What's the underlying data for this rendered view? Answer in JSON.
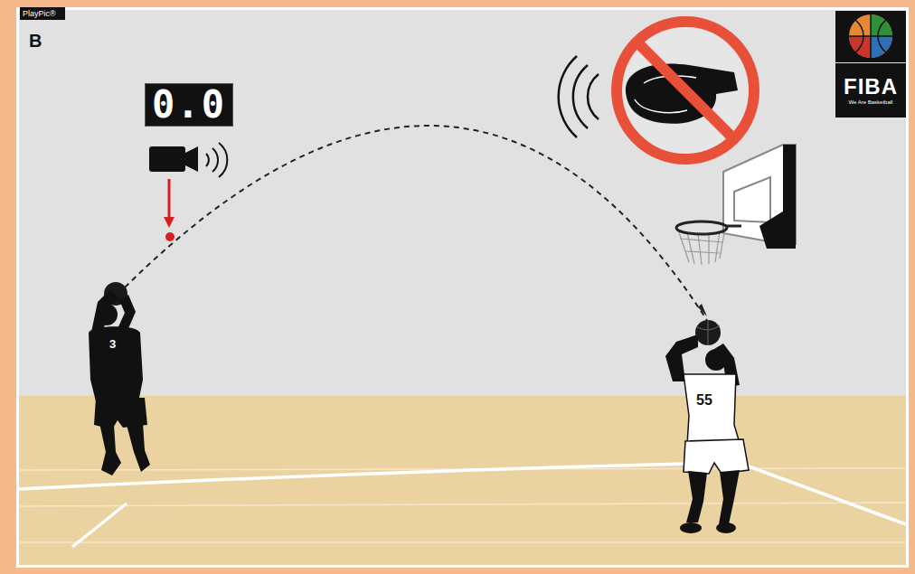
{
  "diagram": {
    "nodes": [
      {
        "text": [
          "PlayPic®"
        ]
      },
      {
        "text": [
          "0.0"
        ]
      },
      {
        "text": [
          "FIBA",
          "We Are Basketball"
        ]
      }
    ],
    "labels": [
      "B",
      "3",
      "55"
    ]
  }
}
